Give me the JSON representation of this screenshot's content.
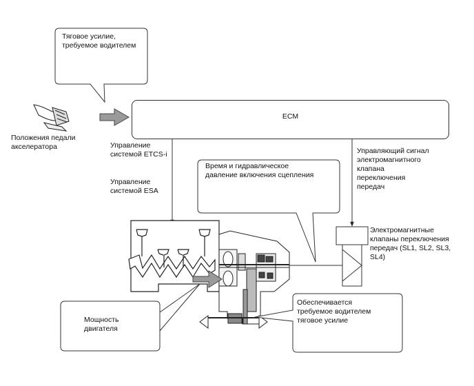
{
  "ecm": {
    "title": "ECM"
  },
  "callouts": {
    "driver_force": "Тяговое усилие,\nтребуемое водителем",
    "clutch": "Время и гидравлическое\nдавление включения сцепления",
    "engine_power": "Мощность\nдвигателя",
    "provided_force": "Обеспечивается\nтребуемое водителем\nтяговое усилие"
  },
  "labels": {
    "pedal_position": "Положения педали\nакселератора",
    "etcs": "Управление\nсистемой ETCS-i",
    "esa": "Управление\nсистемой ESA",
    "solenoid_signal": "Управляющий сигнал\nэлектромагнитного\nклапана\nпереключения\nпередач",
    "solenoid_valves": "Электромагнитные\nклапаны переключения\nпередач (SL1, SL2, SL3,\nSL4)"
  }
}
